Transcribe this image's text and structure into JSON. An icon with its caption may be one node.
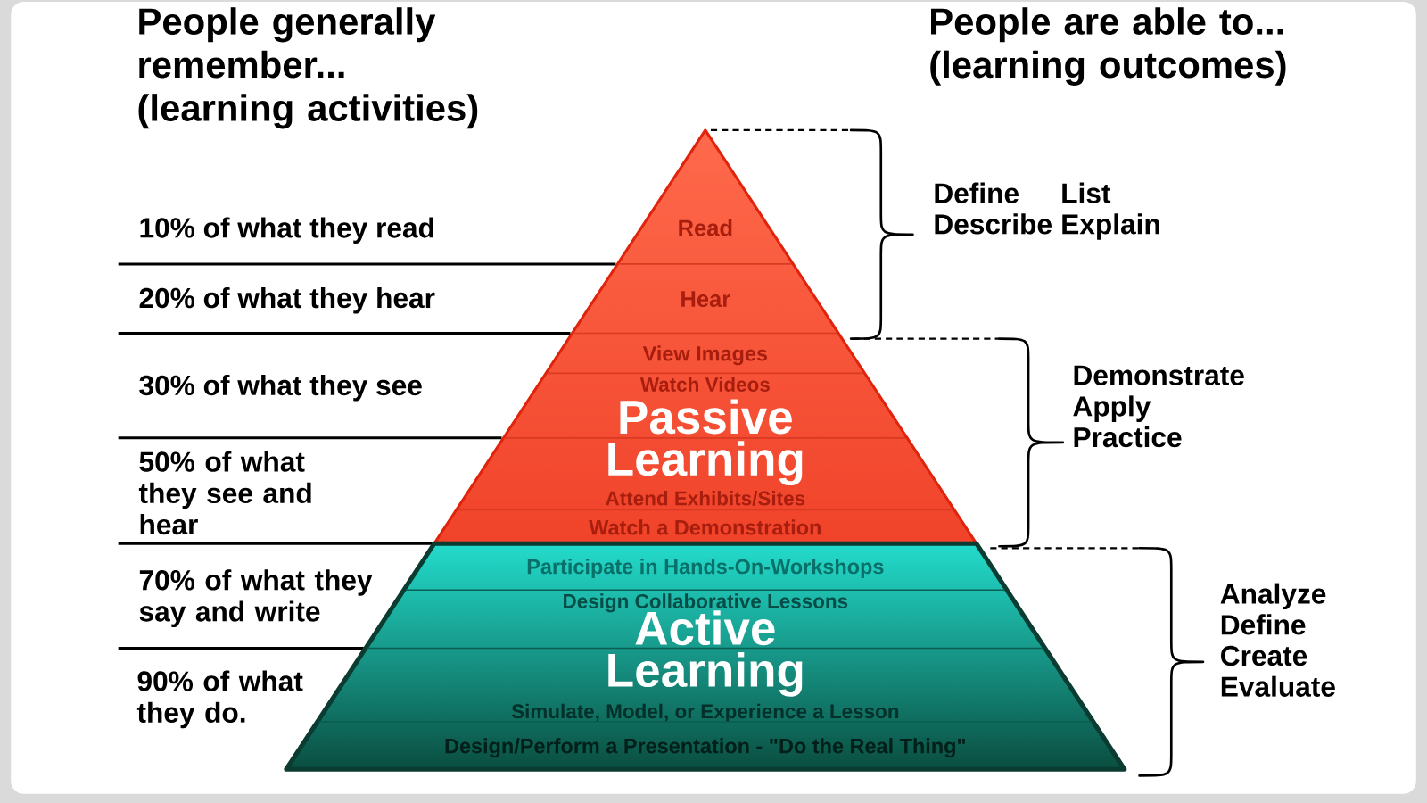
{
  "diagram": {
    "nodes": [
      {
        "text": [
          "Passive Learning"
        ]
      },
      {
        "text": [
          "Read"
        ],
        "in": 0
      },
      {
        "text": [
          "Hear"
        ],
        "in": 0
      },
      {
        "text": [
          "View Images"
        ],
        "in": 0
      },
      {
        "text": [
          "Watch Videos"
        ],
        "in": 0
      },
      {
        "text": [
          "Attend Exhibits/Sites"
        ],
        "in": 0
      },
      {
        "text": [
          "Watch a Demonstration"
        ],
        "in": 0
      },
      {
        "text": [
          "Active Learning"
        ]
      },
      {
        "text": [
          "Participate in Hands-On-Workshops"
        ],
        "in": 7
      },
      {
        "text": [
          "Design Collaborative Lessons"
        ],
        "in": 7
      },
      {
        "text": [
          "Simulate, Model, or Experience a Lesson"
        ],
        "in": 7
      },
      {
        "text": [
          "Design/Perform a Presentation - \"Do the Real Thing\""
        ],
        "in": 7
      }
    ],
    "labels": [
      "People generally remember... (learning activities)",
      "People are able to... (learning outcomes)",
      "10% of what they read",
      "20% of what they hear",
      "30% of what they see",
      "50% of what they see and hear",
      "70% of what they say and write",
      "90% of what they do.",
      "Define",
      "List",
      "Describe",
      "Explain",
      "Demonstrate",
      "Apply",
      "Practice",
      "Analyze",
      "Define",
      "Create",
      "Evaluate"
    ]
  }
}
